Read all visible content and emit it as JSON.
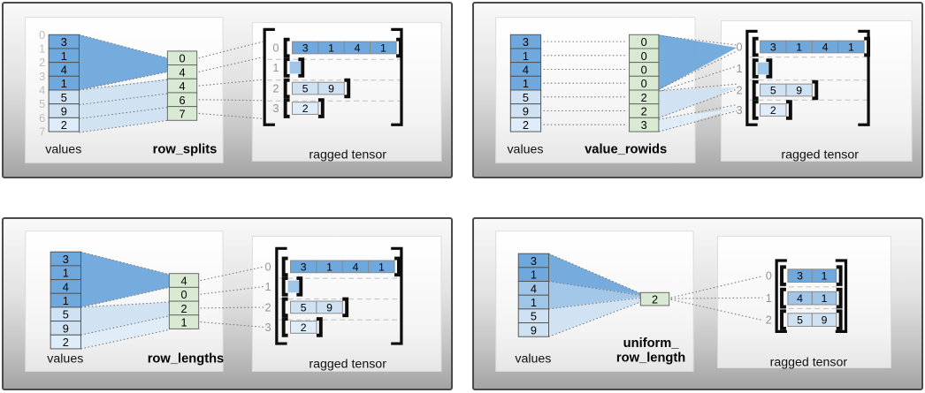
{
  "colors": {
    "dark_blue": "#6fa8dc",
    "medium_blue": "#9fc5e8",
    "light_blue": "#cfe2f3",
    "pale_blue": "#dfecf9",
    "green": "#d9ead3",
    "bracket_black": "#0d0d0d",
    "gray_row_label": "#949494",
    "gray_index_label": "#bdbdbd"
  },
  "panels": [
    {
      "name": "row_splits",
      "values_label": "values",
      "param_label_lines": [
        "row_splits"
      ],
      "ragged_label": "ragged tensor",
      "values": [
        "3",
        "1",
        "4",
        "1",
        "5",
        "9",
        "2"
      ],
      "value_shades": [
        "dark",
        "dark",
        "dark",
        "dark",
        "light",
        "light",
        "pale"
      ],
      "value_indices": [
        "0",
        "1",
        "2",
        "3",
        "4",
        "5",
        "6",
        "7"
      ],
      "param_values": [
        "0",
        "4",
        "4",
        "6",
        "7"
      ],
      "ragged_rows": [
        {
          "label": "0",
          "cells": [
            "3",
            "1",
            "4",
            "1"
          ],
          "shade": "dark"
        },
        {
          "label": "1",
          "cells": [],
          "shade": "medium"
        },
        {
          "label": "2",
          "cells": [
            "5",
            "9"
          ],
          "shade": "light"
        },
        {
          "label": "3",
          "cells": [
            "2"
          ],
          "shade": "pale"
        }
      ]
    },
    {
      "name": "value_rowids",
      "values_label": "values",
      "param_label_lines": [
        "value_rowids"
      ],
      "ragged_label": "ragged tensor",
      "values": [
        "3",
        "1",
        "4",
        "1",
        "5",
        "9",
        "2"
      ],
      "value_shades": [
        "dark",
        "dark",
        "dark",
        "dark",
        "light",
        "light",
        "pale"
      ],
      "param_values": [
        "0",
        "0",
        "0",
        "0",
        "2",
        "2",
        "3"
      ],
      "ragged_rows": [
        {
          "label": "0",
          "cells": [
            "3",
            "1",
            "4",
            "1"
          ],
          "shade": "dark"
        },
        {
          "label": "1",
          "cells": [],
          "shade": "medium"
        },
        {
          "label": "2",
          "cells": [
            "5",
            "9"
          ],
          "shade": "light"
        },
        {
          "label": "3",
          "cells": [
            "2"
          ],
          "shade": "pale"
        }
      ]
    },
    {
      "name": "row_lengths",
      "values_label": "values",
      "param_label_lines": [
        "row_lengths"
      ],
      "ragged_label": "ragged tensor",
      "values": [
        "3",
        "1",
        "4",
        "1",
        "5",
        "9",
        "2"
      ],
      "value_shades": [
        "dark",
        "dark",
        "dark",
        "dark",
        "light",
        "light",
        "pale"
      ],
      "param_values": [
        "4",
        "0",
        "2",
        "1"
      ],
      "ragged_rows": [
        {
          "label": "0",
          "cells": [
            "3",
            "1",
            "4",
            "1"
          ],
          "shade": "dark"
        },
        {
          "label": "1",
          "cells": [],
          "shade": "medium"
        },
        {
          "label": "2",
          "cells": [
            "5",
            "9"
          ],
          "shade": "light"
        },
        {
          "label": "3",
          "cells": [
            "2"
          ],
          "shade": "pale"
        }
      ]
    },
    {
      "name": "uniform_row_length",
      "values_label": "values",
      "param_label_lines": [
        "uniform_",
        "row_length"
      ],
      "ragged_label": "ragged tensor",
      "values": [
        "3",
        "1",
        "4",
        "1",
        "5",
        "9"
      ],
      "value_shades": [
        "dark",
        "dark",
        "medium",
        "medium",
        "light",
        "light"
      ],
      "param_values": [
        "2"
      ],
      "ragged_rows": [
        {
          "label": "0",
          "cells": [
            "3",
            "1"
          ],
          "shade": "dark"
        },
        {
          "label": "1",
          "cells": [
            "4",
            "1"
          ],
          "shade": "medium"
        },
        {
          "label": "2",
          "cells": [
            "5",
            "9"
          ],
          "shade": "light"
        }
      ]
    }
  ]
}
